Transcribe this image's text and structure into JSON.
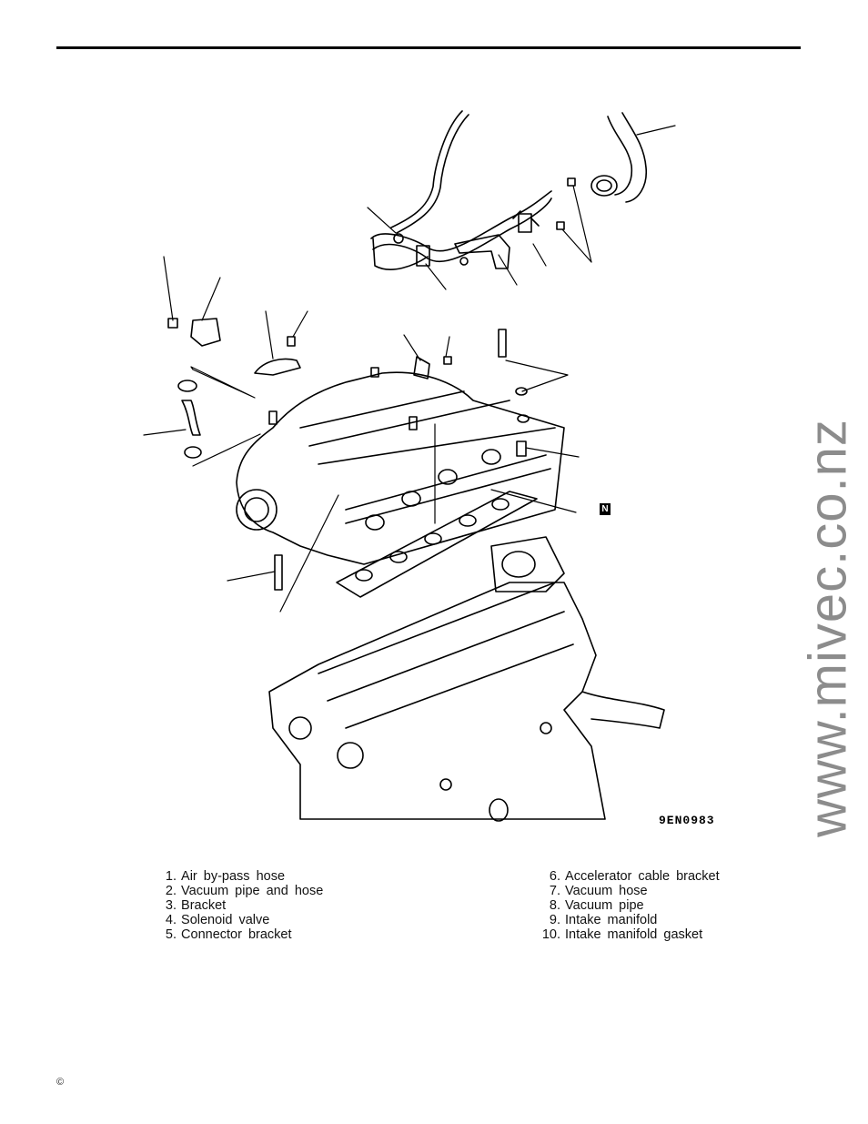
{
  "figure": {
    "code": "9EN0983",
    "new_part_marker": "N"
  },
  "legend": {
    "left": [
      {
        "number": "1",
        "name": "Air by-pass hose"
      },
      {
        "number": "2",
        "name": "Vacuum pipe and hose"
      },
      {
        "number": "3",
        "name": "Bracket"
      },
      {
        "number": "4",
        "name": "Solenoid valve"
      },
      {
        "number": "5",
        "name": "Connector bracket"
      }
    ],
    "right": [
      {
        "number": "6",
        "name": "Accelerator cable bracket"
      },
      {
        "number": "7",
        "name": "Vacuum hose"
      },
      {
        "number": "8",
        "name": "Vacuum pipe"
      },
      {
        "number": "9",
        "name": "Intake manifold"
      },
      {
        "number": "10",
        "name": "Intake manifold gasket"
      }
    ]
  },
  "watermark": "www.mivec.co.nz",
  "footer": {
    "copyright_symbol": "©"
  }
}
